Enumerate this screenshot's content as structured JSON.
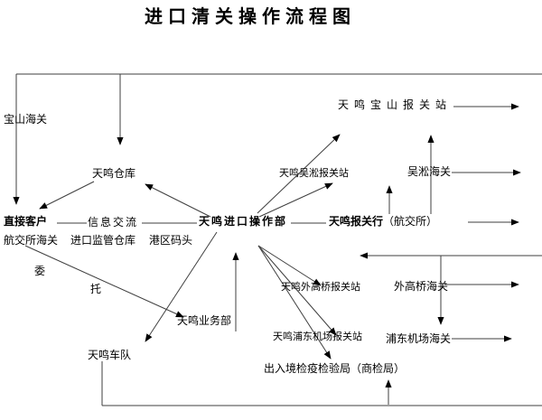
{
  "title": "进口清关操作流程图",
  "nodes": {
    "baoshan_customs": "宝山海关",
    "tianming_warehouse": "天鸣仓库",
    "baoshan_station": "天鸣宝山报关站",
    "wusong_station": "天鸣吴淞报关站",
    "wusong_customs": "吴淞海关",
    "direct_customer": "直接客户",
    "info_exchange": "信息交流",
    "import_ops_dept": "天鸣进口操作部",
    "customs_broker": "天鸣报关行",
    "customs_broker_suffix": "（航交所）",
    "hangjiaosuo_customs": "航交所海关",
    "import_supervised_warehouse": "进口监管仓库",
    "port_dock": "港区码头",
    "entrust_char_1": "委",
    "entrust_char_2": "托",
    "waigaoqiao_station": "天鸣外高桥报关站",
    "waigaoqiao_customs": "外高桥海关",
    "business_dept": "天鸣业务部",
    "pudong_airport_station": "天鸣浦东机场报关站",
    "pudong_airport_customs": "浦东机场海关",
    "fleet": "天鸣车队",
    "inspection_bureau": "出入境检疫检验局（商检局）"
  },
  "colors": {
    "line": "#3f3f3f",
    "arrowhead": "#000000",
    "text": "#000000",
    "background": "#ffffff"
  }
}
